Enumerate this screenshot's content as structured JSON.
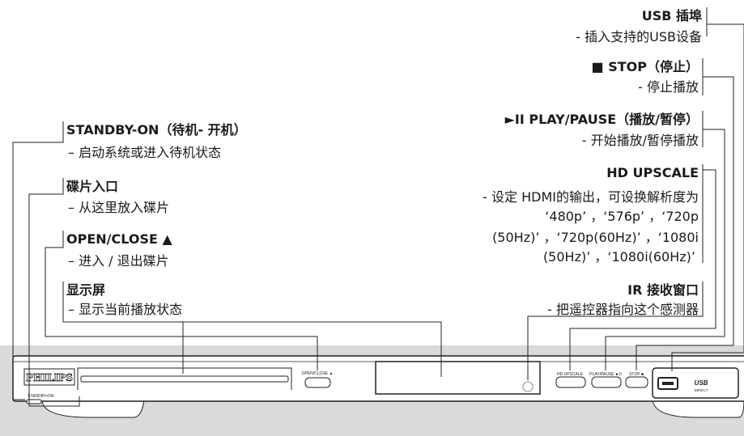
{
  "callouts_left": [
    {
      "title": "STANDBY-ON（待机- 开机）",
      "desc": "–  启动系统或进入待机状态"
    },
    {
      "title": "碟片入口",
      "desc": "–  从这里放入碟片"
    },
    {
      "title": "OPEN/CLOSE ▲",
      "desc": "–  进入 / 退出碟片"
    },
    {
      "title": "显示屏",
      "desc": "–  显示当前播放状态"
    }
  ],
  "callouts_right": [
    {
      "title": "USB 插埠",
      "desc": "- 插入支持的USB设备"
    },
    {
      "title": "■ STOP（停止）",
      "desc": "- 停止播放"
    },
    {
      "title": "►II PLAY/PAUSE（播放/暂停）",
      "desc": "- 开始播放/暂停播放"
    },
    {
      "title": "HD UPSCALE",
      "desc_lines": [
        "-  设定 HDMI的输出，可设换解析度为",
        "‘480p’ ，‘576p’ ，‘720p",
        "(50Hz)’ ，‘720p(60Hz)’ ，‘1080i",
        "(50Hz)’ ，‘1080i(60Hz)’"
      ]
    },
    {
      "title": "IR 接收窗口",
      "desc": "- 把遥控器指向这个感测器"
    }
  ],
  "device": {
    "brand": "PHILIPS",
    "standby_label": "STANDBY•ON",
    "open_close_label": "OPEN/CLOSE ▲",
    "hd_upscale_label": "HD UPSCALE",
    "play_pause_label": "PLAY/PAUSE ►II",
    "stop_label": "STOP ■",
    "usb_logo": "USB",
    "usb_direct": "DIRECT"
  },
  "colors": {
    "panel_bg": "#dadada",
    "line": "#222222",
    "device_bg": "#ffffff"
  }
}
